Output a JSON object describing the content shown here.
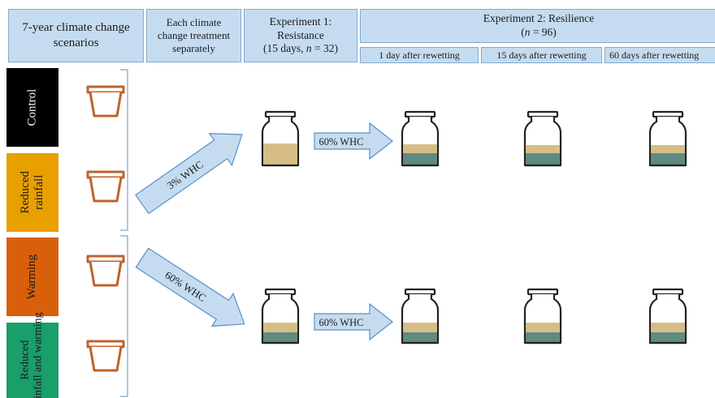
{
  "header": {
    "scenarios": "7-year climate change scenarios",
    "treatment": [
      "Each climate",
      "change treatment",
      "separately"
    ],
    "exp1_title": "Experiment 1:",
    "exp1_sub1": "Resistance",
    "exp1_sub2_pre": "(15 days, ",
    "exp1_sub2_n": "n",
    "exp1_sub2_post": " = 32)",
    "exp2_title": "Experiment 2: Resilience",
    "exp2_sub_pre": "(",
    "exp2_sub_n": "n",
    "exp2_sub_post": " = 96)",
    "timepoints": [
      "1 day after rewetting",
      "15 days after rewetting",
      "60 days after rewetting"
    ]
  },
  "treatments": [
    {
      "line1": "Control",
      "line2": "",
      "color": "#000000",
      "text_color": "#ffffff"
    },
    {
      "line1": "Reduced",
      "line2": "rainfall",
      "color": "#e8a000",
      "text_color": "#1a1a1a"
    },
    {
      "line1": "Warming",
      "line2": "",
      "color": "#d9600a",
      "text_color": "#1a1a1a"
    },
    {
      "line1": "Reduced",
      "line2": "rainfall and warming",
      "color": "#1a9e6a",
      "text_color": "#1a1a1a"
    }
  ],
  "arrows": {
    "upper_diag": "3% WHC",
    "lower_diag": "60% WHC",
    "upper_horiz": "60% WHC",
    "lower_horiz": "60% WHC"
  },
  "colors": {
    "header_fill": "#c5dcf0",
    "header_border": "#7faad3",
    "arrow_fill": "#c5dcf0",
    "arrow_stroke": "#5b8fc7",
    "pot": "#c0622c",
    "soil_dry": "#d6bd85",
    "soil_wet": "#5f8a82",
    "jar_outline": "#222222"
  }
}
